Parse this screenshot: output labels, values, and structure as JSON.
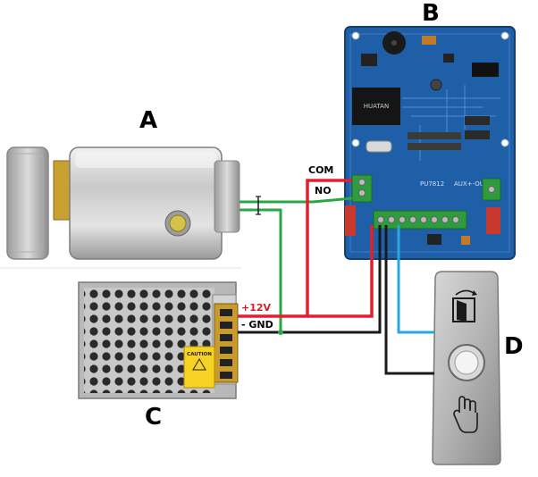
{
  "labels": {
    "lock": "A",
    "controller": "B",
    "power_supply": "C",
    "exit_button": "D"
  },
  "wires": {
    "com": "COM",
    "no": "NO",
    "plus12v": "+12V",
    "gnd": "- GND"
  },
  "board": {
    "chip_text": "HUATAN",
    "model_text": "PU7812",
    "aux_text": "AUX+-OUT"
  },
  "psu": {
    "caution_text": "CAUTION"
  },
  "colors": {
    "red_wire": "#e0202e",
    "green_wire": "#27a844",
    "black_wire": "#1a1a1a",
    "blue_wire": "#29a8e0",
    "pcb_blue": "#1f5fa8"
  }
}
